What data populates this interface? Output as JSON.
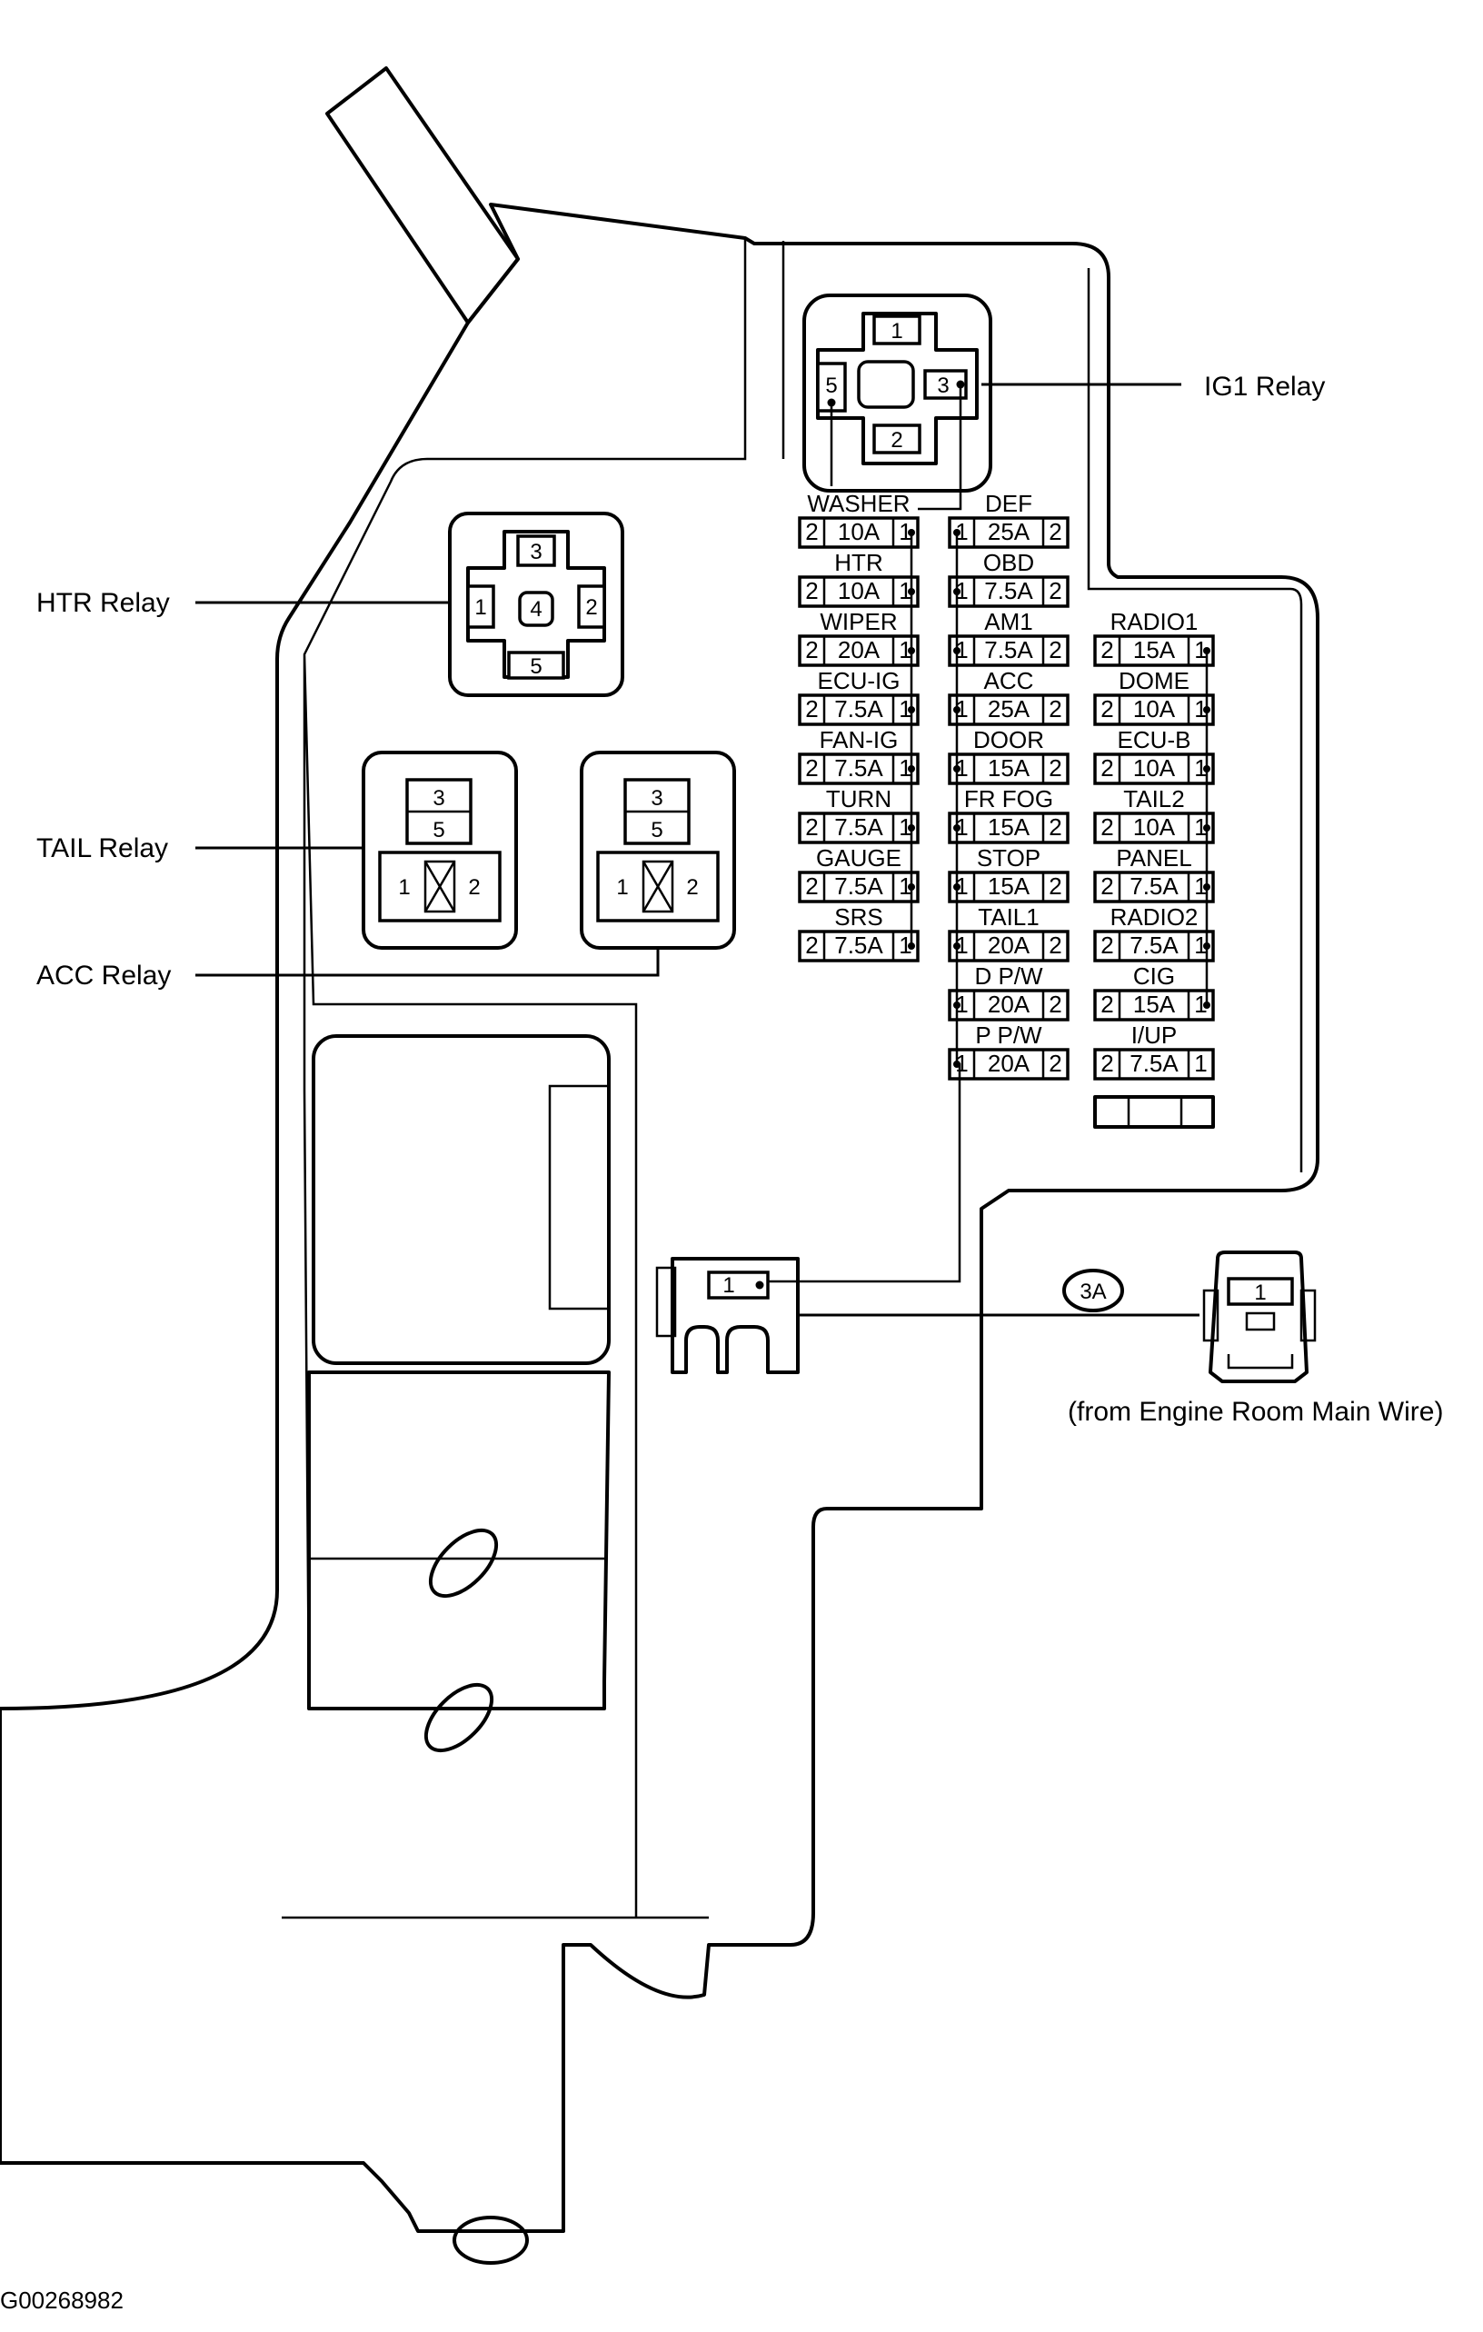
{
  "figure_code": "G00268982",
  "relays": {
    "ig1": {
      "label": "IG1 Relay",
      "pins": [
        "1",
        "5",
        "3",
        "2"
      ]
    },
    "htr": {
      "label": "HTR Relay",
      "pins": [
        "3",
        "1",
        "4",
        "2",
        "5"
      ]
    },
    "tail": {
      "label": "TAIL Relay",
      "pins": [
        "3",
        "5",
        "1",
        "2"
      ]
    },
    "acc": {
      "label": "ACC Relay",
      "pins": [
        "3",
        "5",
        "1",
        "2"
      ]
    }
  },
  "fuse_columns": [
    [
      {
        "name": "WASHER",
        "amp": "10A",
        "left": "2",
        "right": "1"
      },
      {
        "name": "HTR",
        "amp": "10A",
        "left": "2",
        "right": "1"
      },
      {
        "name": "WIPER",
        "amp": "20A",
        "left": "2",
        "right": "1"
      },
      {
        "name": "ECU-IG",
        "amp": "7.5A",
        "left": "2",
        "right": "1"
      },
      {
        "name": "FAN-IG",
        "amp": "7.5A",
        "left": "2",
        "right": "1"
      },
      {
        "name": "TURN",
        "amp": "7.5A",
        "left": "2",
        "right": "1"
      },
      {
        "name": "GAUGE",
        "amp": "7.5A",
        "left": "2",
        "right": "1"
      },
      {
        "name": "SRS",
        "amp": "7.5A",
        "left": "2",
        "right": "1"
      }
    ],
    [
      {
        "name": "DEF",
        "amp": "25A",
        "left": "1",
        "right": "2"
      },
      {
        "name": "OBD",
        "amp": "7.5A",
        "left": "1",
        "right": "2"
      },
      {
        "name": "AM1",
        "amp": "7.5A",
        "left": "1",
        "right": "2"
      },
      {
        "name": "ACC",
        "amp": "25A",
        "left": "1",
        "right": "2"
      },
      {
        "name": "DOOR",
        "amp": "15A",
        "left": "1",
        "right": "2"
      },
      {
        "name": "FR FOG",
        "amp": "15A",
        "left": "1",
        "right": "2"
      },
      {
        "name": "STOP",
        "amp": "15A",
        "left": "1",
        "right": "2"
      },
      {
        "name": "TAIL1",
        "amp": "20A",
        "left": "1",
        "right": "2"
      },
      {
        "name": "D P/W",
        "amp": "20A",
        "left": "1",
        "right": "2"
      },
      {
        "name": "P P/W",
        "amp": "20A",
        "left": "1",
        "right": "2"
      }
    ],
    [
      {
        "name": "RADIO1",
        "amp": "15A",
        "left": "2",
        "right": "1"
      },
      {
        "name": "DOME",
        "amp": "10A",
        "left": "2",
        "right": "1"
      },
      {
        "name": "ECU-B",
        "amp": "10A",
        "left": "2",
        "right": "1"
      },
      {
        "name": "TAIL2",
        "amp": "10A",
        "left": "2",
        "right": "1"
      },
      {
        "name": "PANEL",
        "amp": "7.5A",
        "left": "2",
        "right": "1"
      },
      {
        "name": "RADIO2",
        "amp": "7.5A",
        "left": "2",
        "right": "1"
      },
      {
        "name": "CIG",
        "amp": "15A",
        "left": "2",
        "right": "1"
      },
      {
        "name": "I/UP",
        "amp": "7.5A",
        "left": "2",
        "right": "1"
      }
    ]
  ],
  "connector": {
    "code": "3A",
    "pin": "1",
    "mate_pin": "1",
    "caption": "(from Engine Room Main Wire)"
  }
}
